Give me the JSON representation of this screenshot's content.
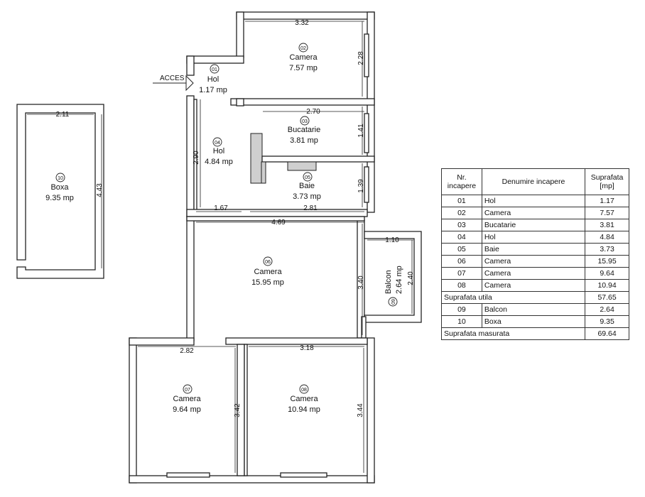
{
  "plan": {
    "access_label": "ACCES",
    "rooms": [
      {
        "id": "01",
        "name": "Hol",
        "area": "1.17 mp"
      },
      {
        "id": "02",
        "name": "Camera",
        "area": "7.57 mp"
      },
      {
        "id": "03",
        "name": "Bucatarie",
        "area": "3.81 mp"
      },
      {
        "id": "04",
        "name": "Hol",
        "area": "4.84 mp"
      },
      {
        "id": "05",
        "name": "Baie",
        "area": "3.73 mp"
      },
      {
        "id": "06",
        "name": "Camera",
        "area": "15.95 mp"
      },
      {
        "id": "07",
        "name": "Camera",
        "area": "9.64 mp"
      },
      {
        "id": "08",
        "name": "Camera",
        "area": "10.94 mp"
      },
      {
        "id": "09",
        "name": "Balcon",
        "area": "2.64 mp"
      },
      {
        "id": "10",
        "name": "Boxa",
        "area": "9.35 mp"
      }
    ],
    "dimensions": {
      "d332": "3.32",
      "d228": "2.28",
      "d270": "2.70",
      "d141": "1.41",
      "d290": "2.90",
      "d139": "1.39",
      "d167": "1.67",
      "d281": "2.81",
      "d469": "4.69",
      "d110": "1.10",
      "d340": "3.40",
      "d240": "2.40",
      "d282": "2.82",
      "d318": "3.18",
      "d342": "3.42",
      "d344": "3.44",
      "d211": "2.11",
      "d443": "4.43"
    }
  },
  "legend": {
    "headers": {
      "nr": "Nr. incapere",
      "name": "Denumire incapere",
      "area": "Suprafata [mp]"
    },
    "rows": [
      {
        "nr": "01",
        "name": "Hol",
        "area": "1.17"
      },
      {
        "nr": "02",
        "name": "Camera",
        "area": "7.57"
      },
      {
        "nr": "03",
        "name": "Bucatarie",
        "area": "3.81"
      },
      {
        "nr": "04",
        "name": "Hol",
        "area": "4.84"
      },
      {
        "nr": "05",
        "name": "Baie",
        "area": "3.73"
      },
      {
        "nr": "06",
        "name": "Camera",
        "area": "15.95"
      },
      {
        "nr": "07",
        "name": "Camera",
        "area": "9.64"
      },
      {
        "nr": "08",
        "name": "Camera",
        "area": "10.94"
      }
    ],
    "subtotal": {
      "label": "Suprafata utila",
      "value": "57.65"
    },
    "extra_rows": [
      {
        "nr": "09",
        "name": "Balcon",
        "area": "2.64"
      },
      {
        "nr": "10",
        "name": "Boxa",
        "area": "9.35"
      }
    ],
    "total": {
      "label": "Suprafata masurata",
      "value": "69.64"
    }
  }
}
